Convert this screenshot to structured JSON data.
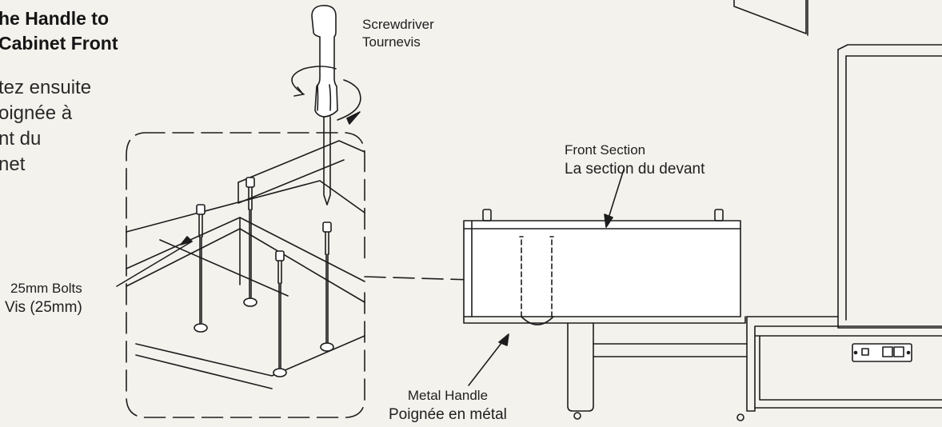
{
  "heading": {
    "line1": "he Handle to",
    "line2": "Cabinet Front"
  },
  "body_fr": {
    "line1": "tez ensuite",
    "line2": "oignée à",
    "line3": "nt du",
    "line4": "net"
  },
  "labels": {
    "screwdriver_en": "Screwdriver",
    "screwdriver_fr": "Tournevis",
    "front_section_en": "Front Section",
    "front_section_fr": "La section du devant",
    "bolts_en": "25mm Bolts",
    "bolts_fr": "Vis (25mm)",
    "handle_en": "Metal Handle",
    "handle_fr": "Poignée en métal"
  },
  "colors": {
    "paper": "#f4f2ed",
    "ink": "#1d1d1d"
  }
}
